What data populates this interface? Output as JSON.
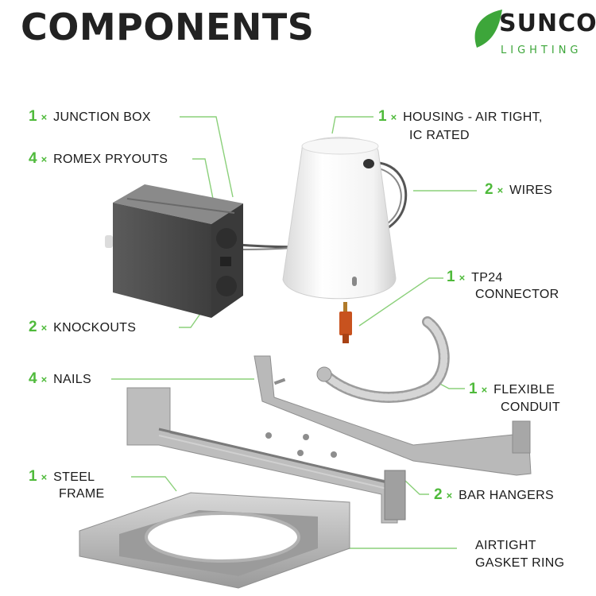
{
  "header": {
    "title": "COMPONENTS"
  },
  "logo": {
    "word": "SUNCO",
    "sub": "LIGHTING",
    "leaf_color": "#3da63a"
  },
  "accent_color": "#4fba3b",
  "labels": {
    "junction_box": {
      "count": "1",
      "times": "×",
      "text": "JUNCTION BOX"
    },
    "romex_pryouts": {
      "count": "4",
      "times": "×",
      "text": "ROMEX PRYOUTS"
    },
    "knockouts": {
      "count": "2",
      "times": "×",
      "text": "KNOCKOUTS"
    },
    "nails": {
      "count": "4",
      "times": "×",
      "text": "NAILS"
    },
    "steel_frame": {
      "count": "1",
      "times": "×",
      "line1": "STEEL",
      "line2": "FRAME"
    },
    "housing": {
      "count": "1",
      "times": "×",
      "line1": "HOUSING - AIR TIGHT,",
      "line2": "IC RATED"
    },
    "wires": {
      "count": "2",
      "times": "×",
      "text": "WIRES"
    },
    "tp24_connector": {
      "count": "1",
      "times": "×",
      "line1": "TP24",
      "line2": "CONNECTOR"
    },
    "flexible_conduit": {
      "count": "1",
      "times": "×",
      "line1": "FLEXIBLE",
      "line2": "CONDUIT"
    },
    "bar_hangers": {
      "count": "2",
      "times": "×",
      "text": "BAR HANGERS"
    },
    "airtight_gasket_ring": {
      "line1": "AIRTIGHT",
      "line2": "GASKET RING"
    }
  }
}
